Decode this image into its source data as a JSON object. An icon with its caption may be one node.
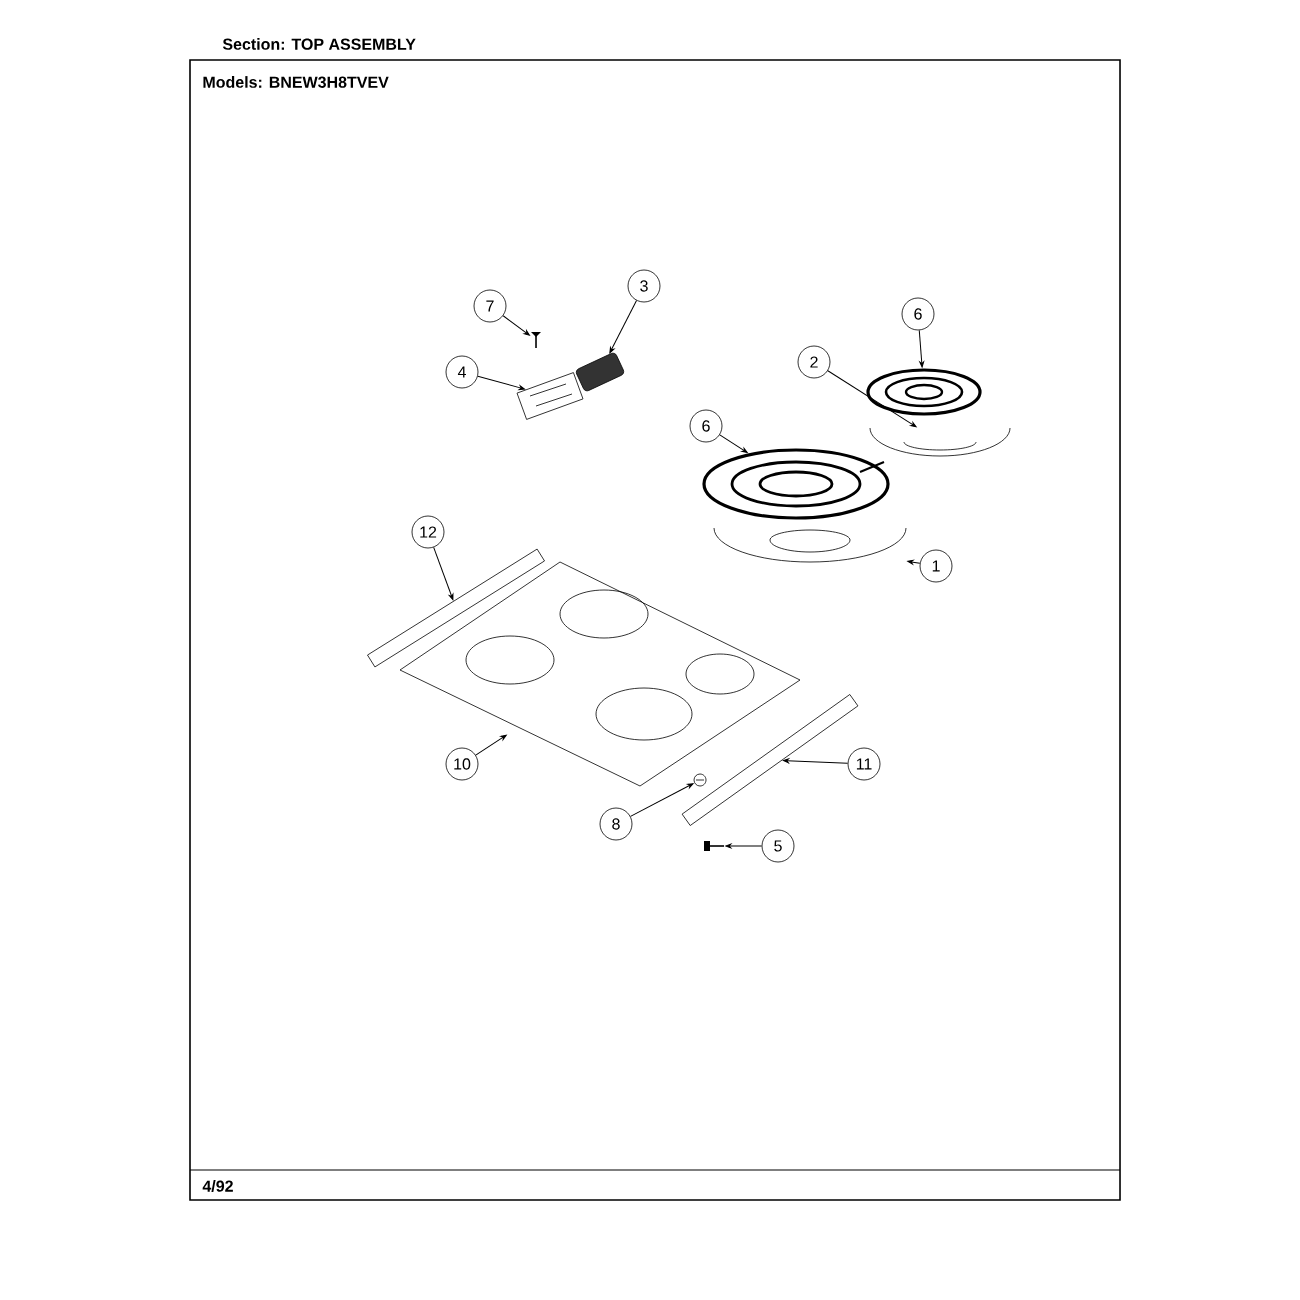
{
  "diagram": {
    "title": "Section: TOP ASSEMBLY",
    "nodes": [
      {
        "text": [
          "7"
        ]
      },
      {
        "text": [
          "3"
        ]
      },
      {
        "text": [
          "4"
        ]
      },
      {
        "text": [
          "6"
        ]
      },
      {
        "text": [
          "2"
        ]
      },
      {
        "text": [
          "6"
        ]
      },
      {
        "text": [
          "1"
        ]
      },
      {
        "text": [
          "12"
        ]
      },
      {
        "text": [
          "10"
        ]
      },
      {
        "text": [
          "11"
        ]
      },
      {
        "text": [
          "8"
        ]
      },
      {
        "text": [
          "5"
        ]
      },
      {
        "text": [],
        "shape": "picture"
      },
      {
        "text": [],
        "shape": "picture"
      },
      {
        "text": [],
        "shape": "picture"
      },
      {
        "text": [],
        "shape": "picture"
      },
      {
        "text": [],
        "shape": "picture"
      },
      {
        "text": [],
        "shape": "picture"
      },
      {
        "text": [],
        "shape": "picture"
      },
      {
        "text": [],
        "shape": "picture"
      },
      {
        "text": [],
        "shape": "picture"
      },
      {
        "text": [],
        "shape": "picture"
      },
      {
        "text": [],
        "shape": "picture"
      },
      {
        "text": [],
        "shape": "picture"
      }
    ],
    "edges": [
      {
        "from": 0,
        "to": 12,
        "arrow": "to"
      },
      {
        "from": 1,
        "to": 13,
        "arrow": "to"
      },
      {
        "from": 2,
        "to": 14,
        "arrow": "to"
      },
      {
        "from": 3,
        "to": 15,
        "arrow": "to"
      },
      {
        "from": 4,
        "to": 16,
        "arrow": "to"
      },
      {
        "from": 5,
        "to": 17,
        "arrow": "to"
      },
      {
        "from": 6,
        "to": 18,
        "arrow": "to"
      },
      {
        "from": 7,
        "to": 19,
        "arrow": "to"
      },
      {
        "from": 8,
        "to": 20,
        "arrow": "to"
      },
      {
        "from": 9,
        "to": 21,
        "arrow": "to"
      },
      {
        "from": 10,
        "to": 22,
        "arrow": "to"
      },
      {
        "from": 11,
        "to": 23,
        "arrow": "to"
      }
    ],
    "labels": [
      "Models: BNEW3H8TVEV",
      "4/92"
    ]
  }
}
